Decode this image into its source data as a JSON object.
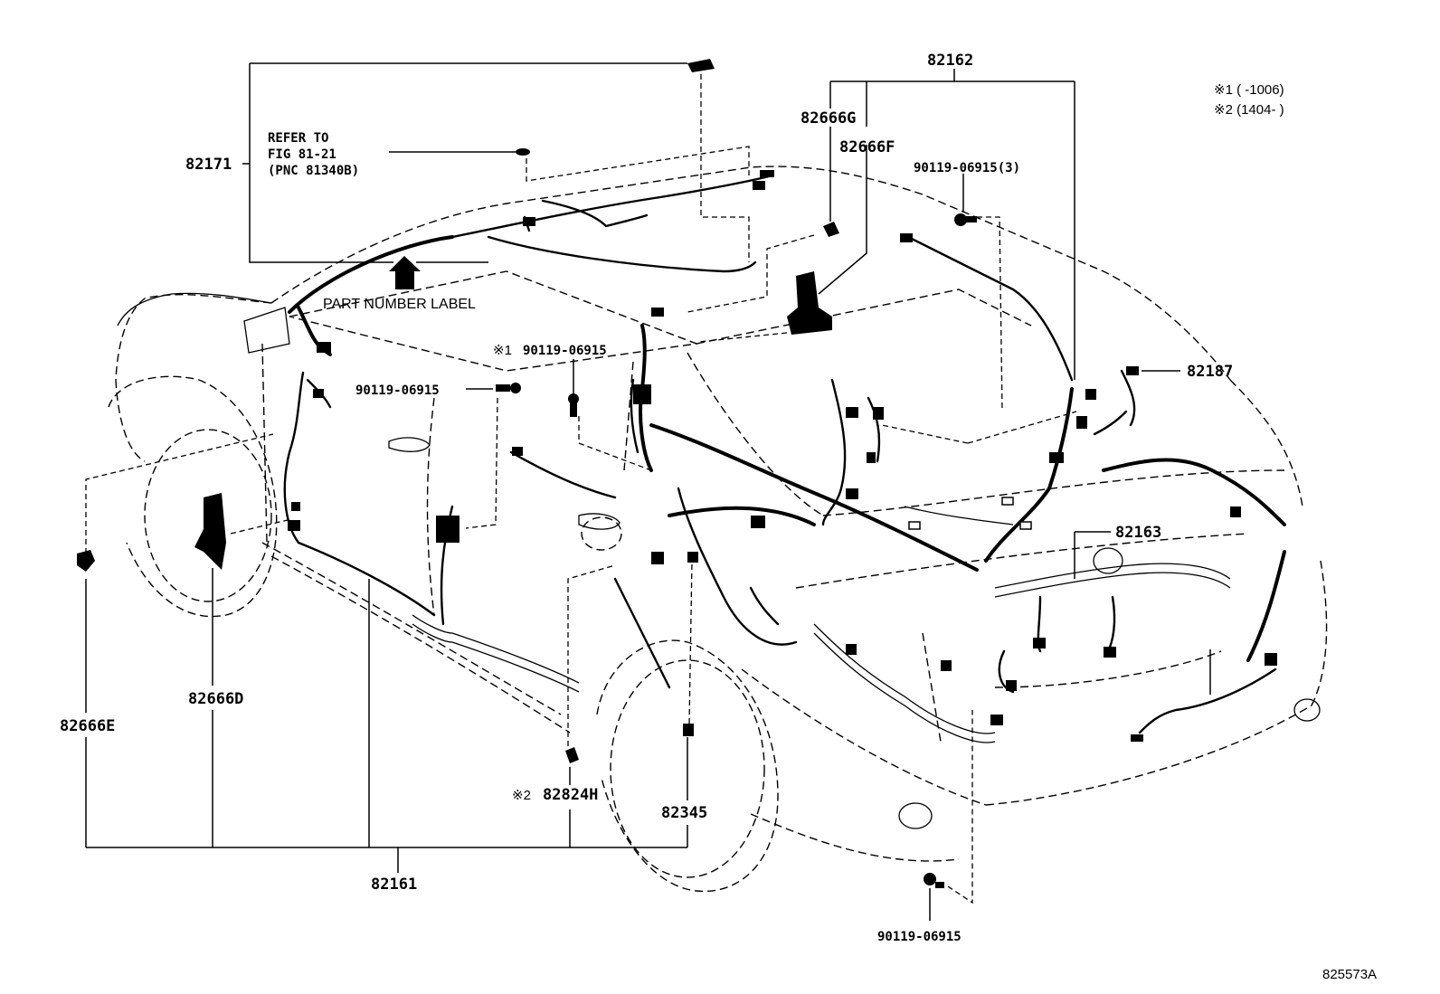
{
  "notes": {
    "note1": "※1 (     -1006)",
    "note2": "※2 (1404-      )"
  },
  "refer": {
    "line1": "REFER TO",
    "line2": "FIG 81-21",
    "line3": "(PNC 81340B)"
  },
  "part_number_label": "PART NUMBER LABEL",
  "labels": {
    "p82162": "82162",
    "p82666G": "82666G",
    "p82666F": "82666F",
    "p90119_3": "90119-06915(3)",
    "p82171": "82171",
    "p82187": "82187",
    "p90119_a": "90119-06915",
    "p90119_b_mark": "※1",
    "p90119_b": "90119-06915",
    "p82163": "82163",
    "p82666D": "82666D",
    "p82666E": "82666E",
    "p82824H_mark": "※2",
    "p82824H": "82824H",
    "p82345": "82345",
    "p82161": "82161",
    "p90119_c": "90119-06915",
    "figure_id": "825573A"
  }
}
